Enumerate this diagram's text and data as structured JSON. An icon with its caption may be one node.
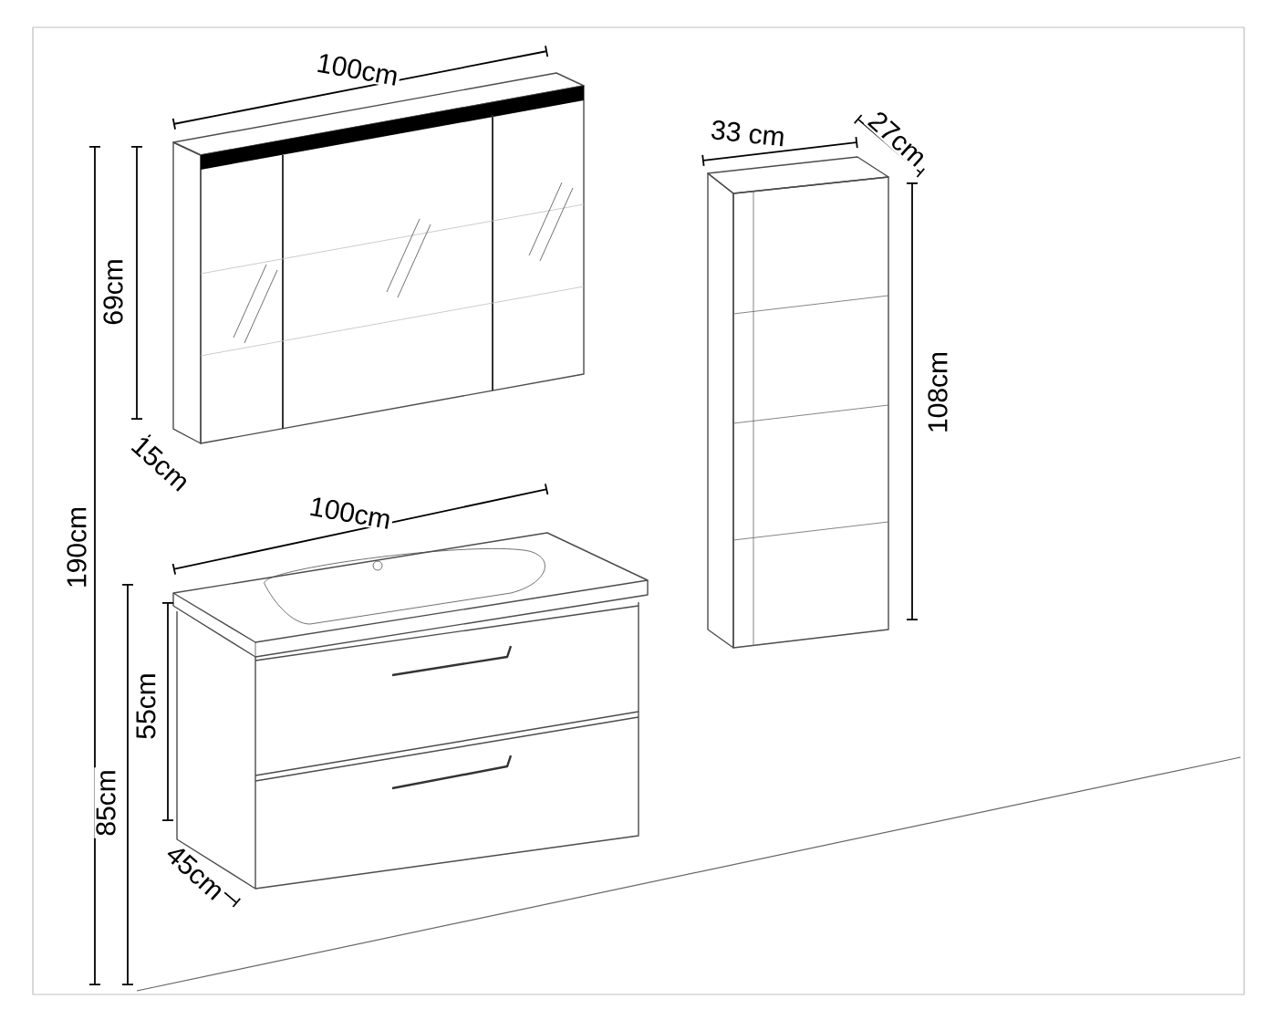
{
  "diagram": {
    "labels": [
      "100cm",
      "69cm",
      "15cm",
      "190cm",
      "100cm",
      "55cm",
      "85cm",
      "45cm",
      "33 cm",
      "27cm",
      "108cm"
    ]
  }
}
